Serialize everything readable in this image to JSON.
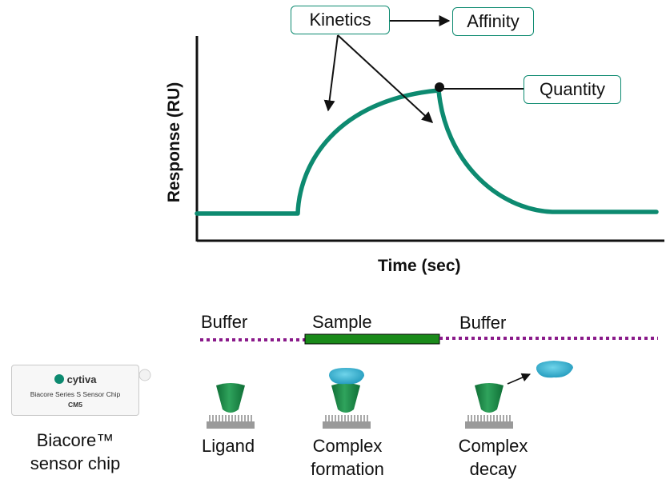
{
  "chart": {
    "xlabel": "Time (sec)",
    "ylabel": "Response (RU)"
  },
  "callouts": {
    "kinetics": "Kinetics",
    "affinity": "Affinity",
    "quantity": "Quantity"
  },
  "phases": {
    "buffer_left": "Buffer",
    "sample": "Sample",
    "buffer_right": "Buffer"
  },
  "stages": {
    "ligand": "Ligand",
    "complex_formation_line1": "Complex",
    "complex_formation_line2": "formation",
    "complex_decay_line1": "Complex",
    "complex_decay_line2": "decay"
  },
  "chip": {
    "brand": "cytiva",
    "product_line": "Biacore Series S Sensor Chip",
    "model": "CM5",
    "caption_line1": "Biacore™",
    "caption_line2": "sensor chip"
  },
  "colors": {
    "curve": "#0d8a70",
    "callout_border": "#0d8a70",
    "buffer_line": "#8a1a8a",
    "sample_bar": "#1a8a1a",
    "ligand": "#1a8a45",
    "analyte": "#2aaed0",
    "surface": "#9a9a9a"
  }
}
